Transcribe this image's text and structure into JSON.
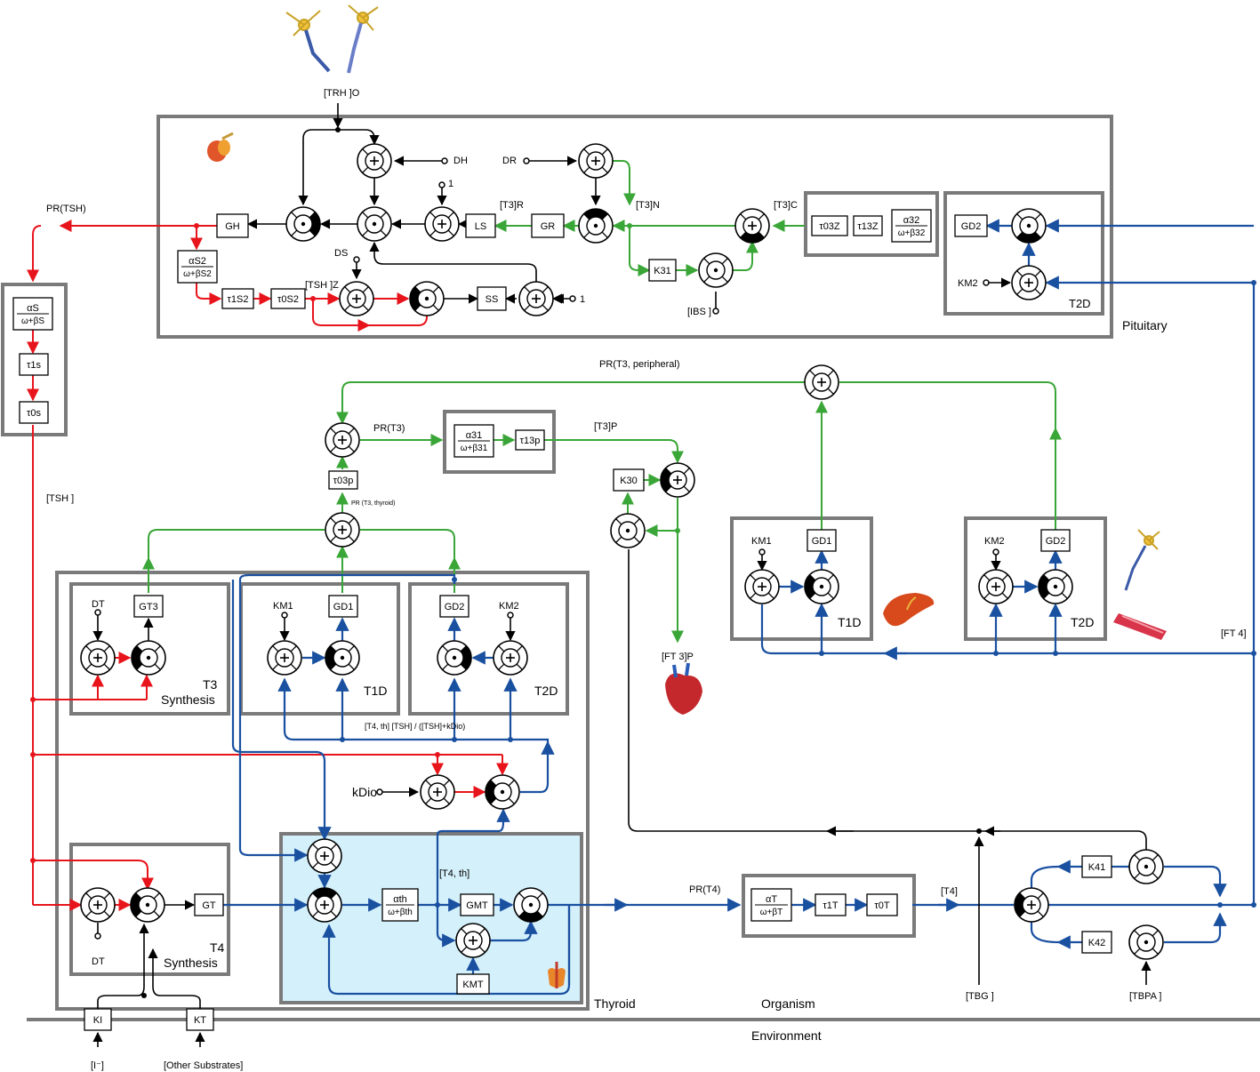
{
  "sections": {
    "pituitary": "Pituitary",
    "thyroid": "Thyroid",
    "organism": "Organism",
    "environment": "Environment",
    "t3_synthesis": [
      "T3",
      "Synthesis"
    ],
    "t4_synthesis": [
      "T4",
      "Synthesis"
    ],
    "t1d": "T1D",
    "t2d": "T2D"
  },
  "signals": {
    "trh": "[TRH ]O",
    "pr_tsh": "PR(TSH)",
    "tsh": "[TSH ]",
    "tsh_z": "[TSH ]Z",
    "t3_r": "[T3]R",
    "t3_n": "[T3]N",
    "t3_c": "[T3]C",
    "ibs": "[IBS ]",
    "pr_t3_peripheral": "PR(T3, peripheral)",
    "pr_t3": "PR(T3)",
    "t3_p": "[T3]P",
    "pr_t3_thyroid": "PR (T3, thyroid)",
    "ft3_p": "[FT 3]P",
    "ft4": "[FT 4]",
    "t4_th_fraction": "[T4, th] [TSH] / ([TSH]+kDio)",
    "t4_th": "[T4, th]",
    "pr_t4": "PR(T4)",
    "t4": "[T4]",
    "tbg": "[TBG ]",
    "tbpa": "[TBPA ]",
    "iodide": "[I⁻]",
    "other_substrates": "[Other Substrates]",
    "k_dio": "kDio",
    "one": "1"
  },
  "blocks": {
    "g_h": "GH",
    "l_s": "LS",
    "g_r": "GR",
    "k_31": "K31",
    "s_s": "SS",
    "tau_1s2": "τ1S2",
    "tau_0s2": "τ0S2",
    "frac_s2": [
      "αS2",
      "ω+βS2"
    ],
    "tau_03z": "τ03Z",
    "tau_13z": "τ13Z",
    "frac_32": [
      "α32",
      "ω+β32"
    ],
    "g_d2_pit": "GD2",
    "k_m2_pit": "KM2",
    "frac_s": [
      "αS",
      "ω+βS"
    ],
    "tau_1s": "τ1s",
    "tau_0s": "τ0s",
    "frac_31": [
      "α31",
      "ω+β31"
    ],
    "tau_13p": "τ13p",
    "tau_03p": "τ03p",
    "k_30": "K30",
    "g_d1": "GD1",
    "g_d2": "GD2",
    "k_m1": "KM1",
    "k_m2": "KM2",
    "d_t": "DT",
    "g_t3": "GT3",
    "g_t": "GT",
    "frac_th": [
      "αth",
      "ω+βth"
    ],
    "g_mt": "GMT",
    "k_mt": "KMT",
    "frac_t": [
      "αT",
      "ω+βT"
    ],
    "tau_1t": "τ1T",
    "tau_0t": "τ0T",
    "k_41": "K41",
    "k_42": "K42",
    "k_i": "KI",
    "k_t": "KT",
    "d_h": "DH",
    "d_r": "DR",
    "d_s": "DS"
  },
  "colors": {
    "tsh_path": "#e8141b",
    "t3_path": "#3aa637",
    "t4_path": "#1a50a0",
    "control_path": "#000000",
    "frame": "#7a7a7a",
    "thyroid_inner": "#d4f0fb"
  }
}
